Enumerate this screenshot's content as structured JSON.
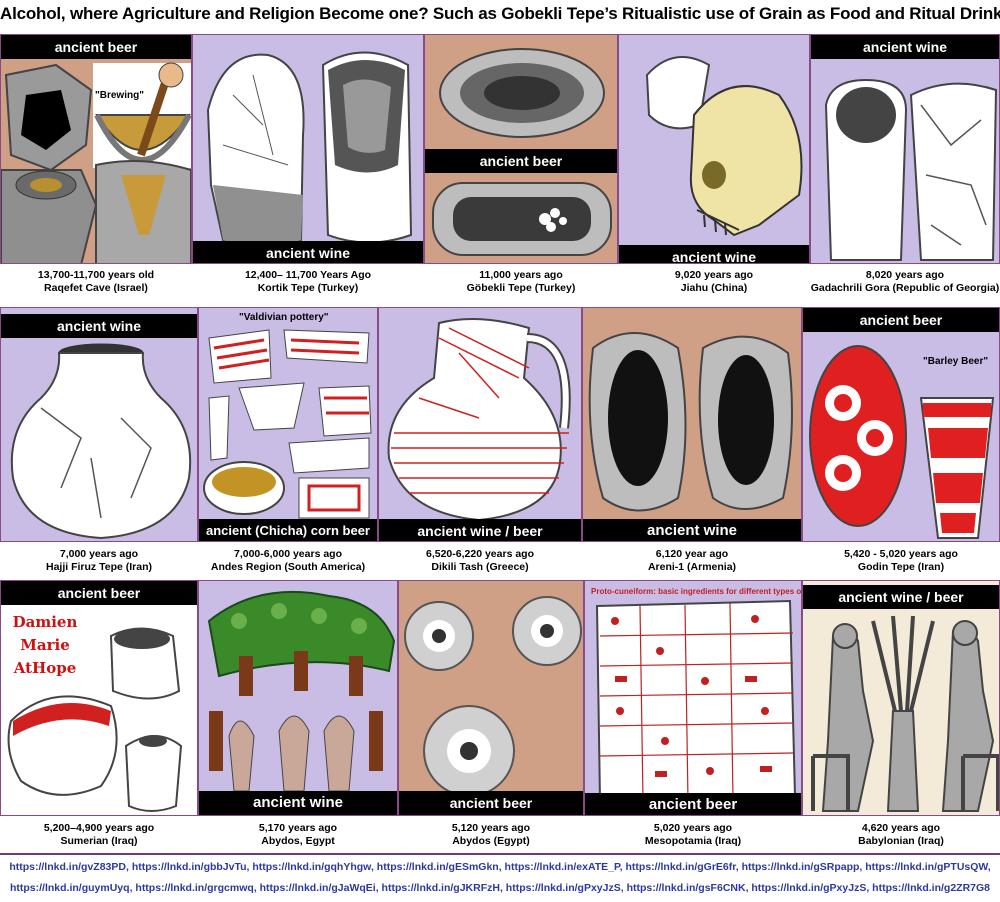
{
  "title": "Alcohol, where Agriculture and Religion Become one? Such as Gobekli Tepe’s Ritualistic use of Grain as Food and Ritual Drink",
  "panels": [
    {
      "label": "ancient beer",
      "line1": "13,700-11,700  years old",
      "line2": "Raqefet Cave (Israel)",
      "note": "\"Brewing\""
    },
    {
      "label": "ancient wine",
      "line1": "12,400– 11,700 Years Ago",
      "line2": "Kortik Tepe (Turkey)"
    },
    {
      "label": "ancient beer",
      "line1": "11,000 years ago",
      "line2": "Göbekli Tepe (Turkey)"
    },
    {
      "label": "ancient wine",
      "line1": "9,020 years ago",
      "line2": "Jiahu (China)"
    },
    {
      "label": "ancient wine",
      "line1": "8,020 years ago",
      "line2": "Gadachrili Gora (Republic of Georgia)"
    },
    {
      "label": "ancient wine",
      "line1": "7,000 years ago",
      "line2": "Hajji Firuz Tepe (Iran)"
    },
    {
      "label": "ancient (Chicha) corn beer",
      "line1": "7,000-6,000 years ago",
      "line2": "Andes Region (South America)",
      "note": "\"Valdivian pottery\""
    },
    {
      "label": "ancient wine / beer",
      "line1": "6,520-6,220 years ago",
      "line2": "Dikili Tash (Greece)"
    },
    {
      "label": "ancient wine",
      "line1": "6,120 year ago",
      "line2": "Areni-1 (Armenia)"
    },
    {
      "label": "ancient beer",
      "line1": "5,420 - 5,020 years ago",
      "line2": "Godin Tepe (Iran)",
      "note": "\"Barley Beer\""
    },
    {
      "label": "ancient beer",
      "line1": "5,200–4,900  years ago",
      "line2": "Sumerian (Iraq)",
      "author": [
        "Damien",
        "Marie",
        "AtHope"
      ]
    },
    {
      "label": "ancient wine",
      "line1": "5,170 years ago",
      "line2": "Abydos, Egypt"
    },
    {
      "label": "ancient beer",
      "line1": "5,120 years ago",
      "line2": "Abydos (Egypt)"
    },
    {
      "label": "ancient beer",
      "line1": "5,020 years ago",
      "line2": "Mesopotamia (Iraq)",
      "note": "Proto-cuneiform: basic ingredients for different types of beer"
    },
    {
      "label": "ancient wine / beer",
      "line1": "4,620 years ago",
      "line2": "Babylonian (Iraq)"
    }
  ],
  "links": {
    "line1": "https://lnkd.in/gvZ83PD, https://lnkd.in/gbbJvTu, https://lnkd.in/gqhYhgw, https://lnkd.in/gESmGkn, https://lnkd.in/exATE_P, https://lnkd.in/gGrE6fr, https://lnkd.in/gSRpapp, https://lnkd.in/gPTUsQW,",
    "line2": "https://lnkd.in/guymUyq, https://lnkd.in/grgcmwq, https://lnkd.in/gJaWqEi, https://lnkd.in/gJKRFzH, https://lnkd.in/gPxyJzS, https://lnkd.in/gsF6CNK, https://lnkd.in/gPxyJzS, https://lnkd.in/g2ZR7G8"
  },
  "colors": {
    "lavender": "#c9bde6",
    "tan": "#cf9f86",
    "banner": "#000000",
    "link": "#2a3aa0",
    "accent": "#d01010"
  }
}
